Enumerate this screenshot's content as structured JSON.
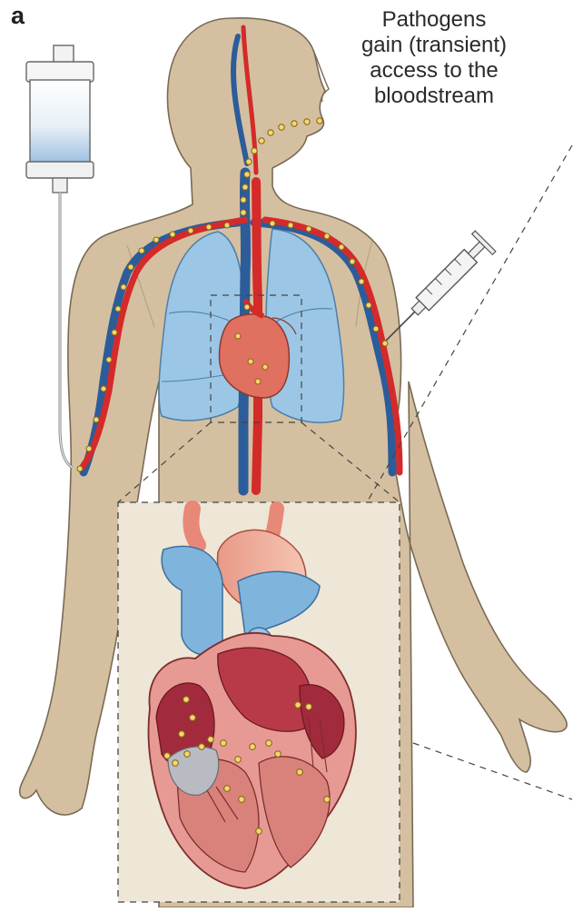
{
  "panel_label": "a",
  "caption_lines": [
    "Pathogens",
    "gain (transient)",
    "access to the",
    "bloodstream"
  ],
  "colors": {
    "skin": "#d4c0a0",
    "skin_outline": "#7a6a55",
    "artery": "#d42a2a",
    "vein": "#2d5c9a",
    "lung": "#9cc6e6",
    "heart": "#e07060",
    "pathogen": "#f3d676",
    "inset_background": "#eee6d6"
  },
  "icons": [
    "iv-drip-bag-icon",
    "syringe-icon",
    "heart-icon",
    "lungs-icon"
  ]
}
